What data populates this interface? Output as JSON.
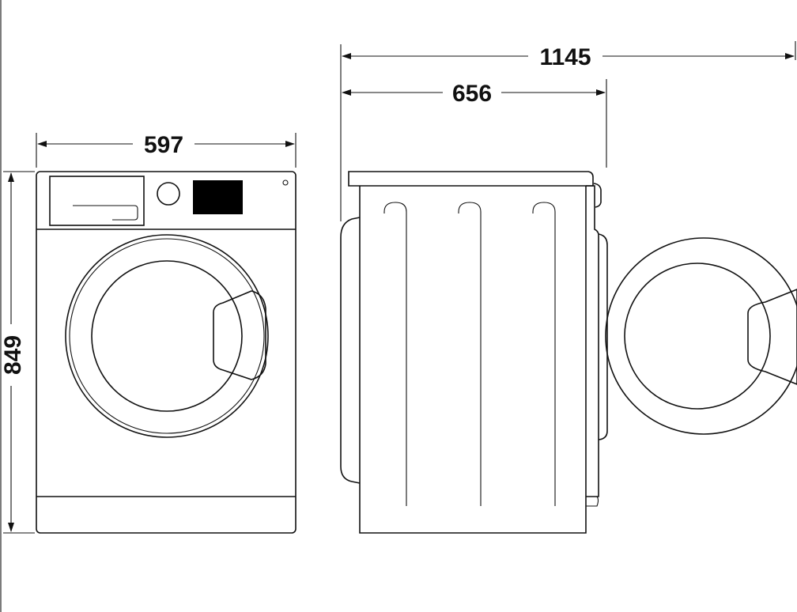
{
  "dimensions": {
    "width": "597",
    "height": "849",
    "depth": "656",
    "depth_door_open": "1145"
  },
  "colors": {
    "line": "#111111",
    "display": "#000000",
    "background": "#ffffff"
  }
}
